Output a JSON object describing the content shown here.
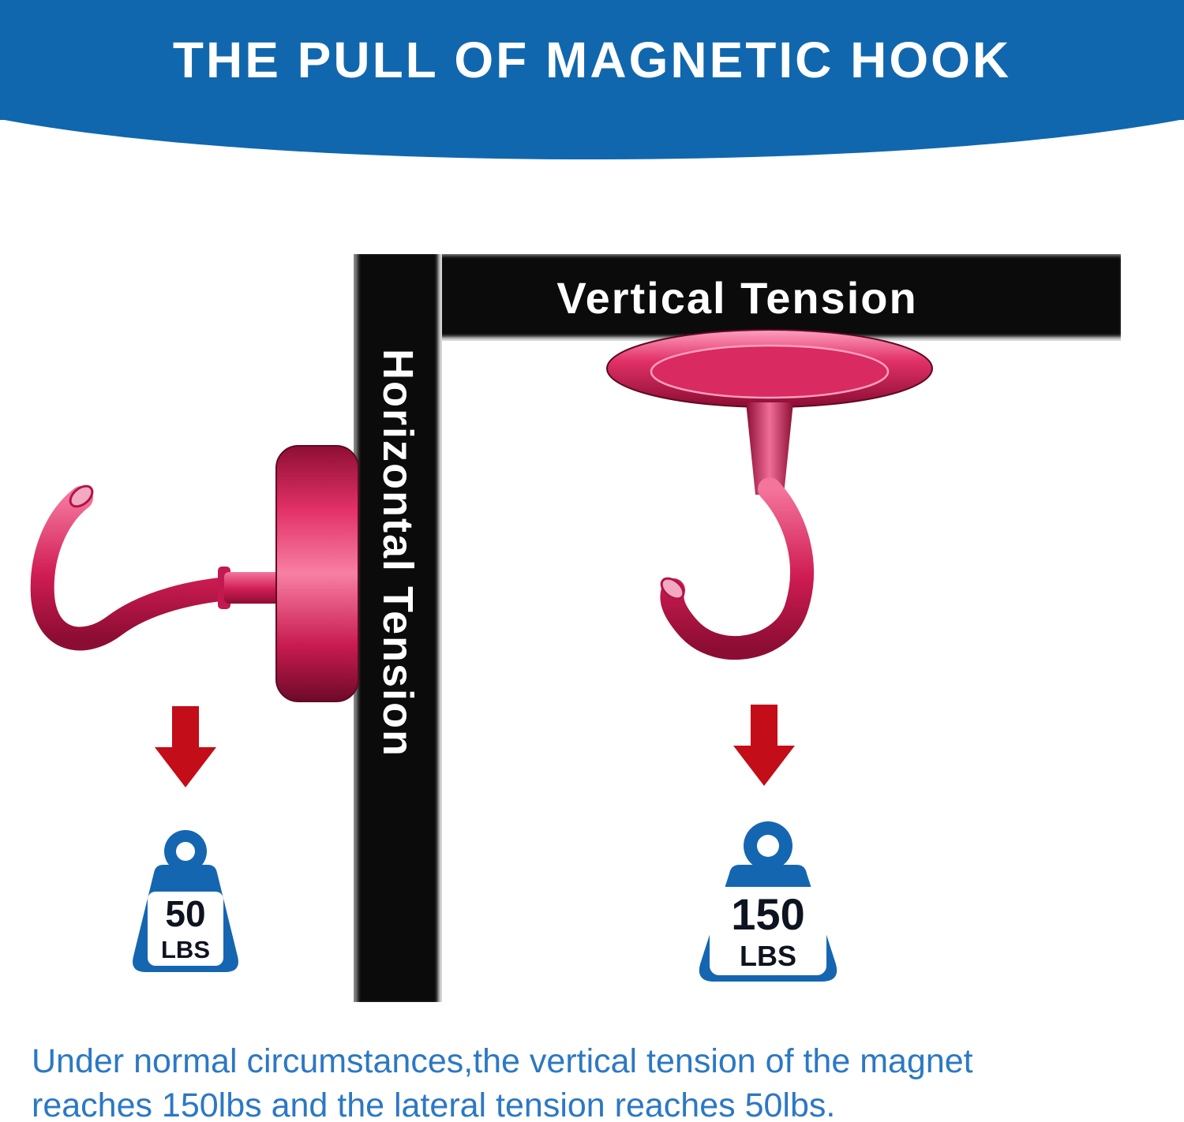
{
  "header": {
    "title": "THE PULL OF MAGNETIC HOOK"
  },
  "bars": {
    "horizontal_label": "Vertical Tension",
    "vertical_label": "Horizontal Tension"
  },
  "weights": {
    "left": {
      "value": "50",
      "unit": "LBS"
    },
    "right": {
      "value": "150",
      "unit": "LBS"
    }
  },
  "caption": {
    "line1": "Under normal circumstances,the vertical tension of the magnet",
    "line2": "reaches 150lbs and the lateral tension reaches 50lbs."
  },
  "colors": {
    "header_blue": "#1067ae",
    "weight_blue": "#1566b1",
    "hook_red": "#d02058",
    "arrow_red": "#c30d18",
    "bar_black": "#0b0b0b",
    "caption_blue": "#2c78c4",
    "label_white": "#ffffff"
  }
}
